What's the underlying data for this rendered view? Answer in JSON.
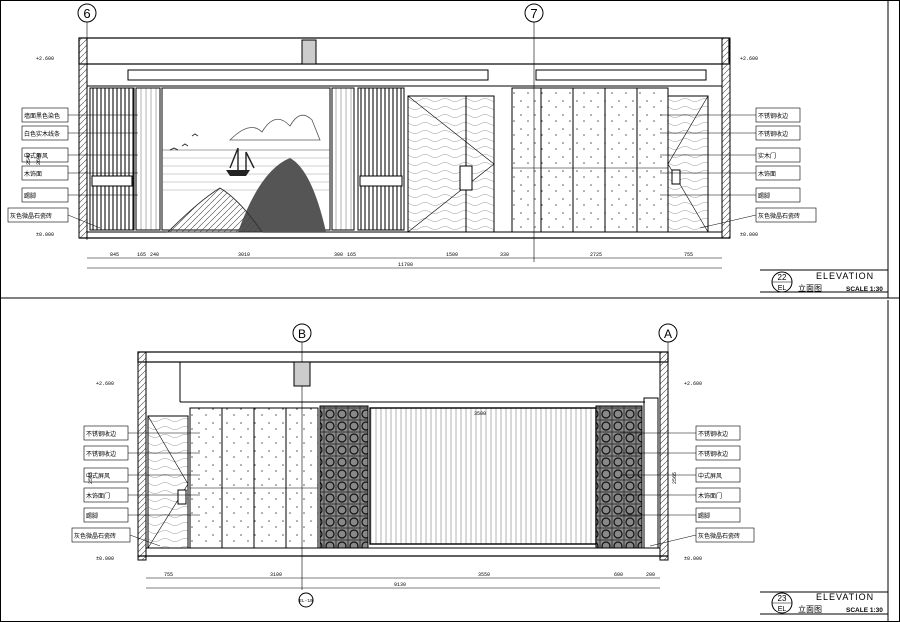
{
  "panels": [
    {
      "number": "22",
      "sheet": "EL",
      "title": "ELEVATION",
      "subtitle": "立面图",
      "scale": "SCALE 1:30",
      "grid_markers": [
        "6",
        "7"
      ],
      "dimensions": [
        "845",
        "165",
        "240",
        "3010",
        "300",
        "165",
        "1500",
        "330",
        "2725",
        "755"
      ],
      "overall_dimension": "11700",
      "heights": [
        "2540",
        "2600"
      ],
      "levels": [
        "+2.600",
        "+2.600",
        "±0.000",
        "±0.000"
      ],
      "labels_left": [
        "墙面黑色染色",
        "白色实木线条",
        "中式屏风",
        "木饰面",
        "踢脚",
        "灰色微晶石瓷砖"
      ],
      "labels_right": [
        "不锈钢收边",
        "不锈钢收边",
        "实木门",
        "木饰面",
        "踢脚",
        "灰色微晶石瓷砖"
      ],
      "codes": [
        "MT",
        "01",
        "WD",
        "01",
        "ST",
        "01"
      ]
    },
    {
      "number": "23",
      "sheet": "EL",
      "title": "ELEVATION",
      "subtitle": "立面图",
      "scale": "SCALE 1:30",
      "grid_markers": [
        "B",
        "A"
      ],
      "dimensions": [
        "755",
        "3100",
        "3550",
        "600",
        "200"
      ],
      "overall_dimension": "9130",
      "inner_dimension": "3500",
      "heights": [
        "2565",
        "2565"
      ],
      "levels": [
        "+2.600",
        "+2.600",
        "±0.000",
        "±0.000"
      ],
      "labels_left": [
        "不锈钢收边",
        "不锈钢收边",
        "中式屏风",
        "木饰面门",
        "踢脚",
        "灰色微晶石瓷砖"
      ],
      "labels_right": [
        "不锈钢收边",
        "不锈钢收边",
        "中式屏风",
        "木饰面门",
        "踢脚",
        "灰色微晶石瓷砖"
      ],
      "section_tag": "EL-10"
    }
  ]
}
